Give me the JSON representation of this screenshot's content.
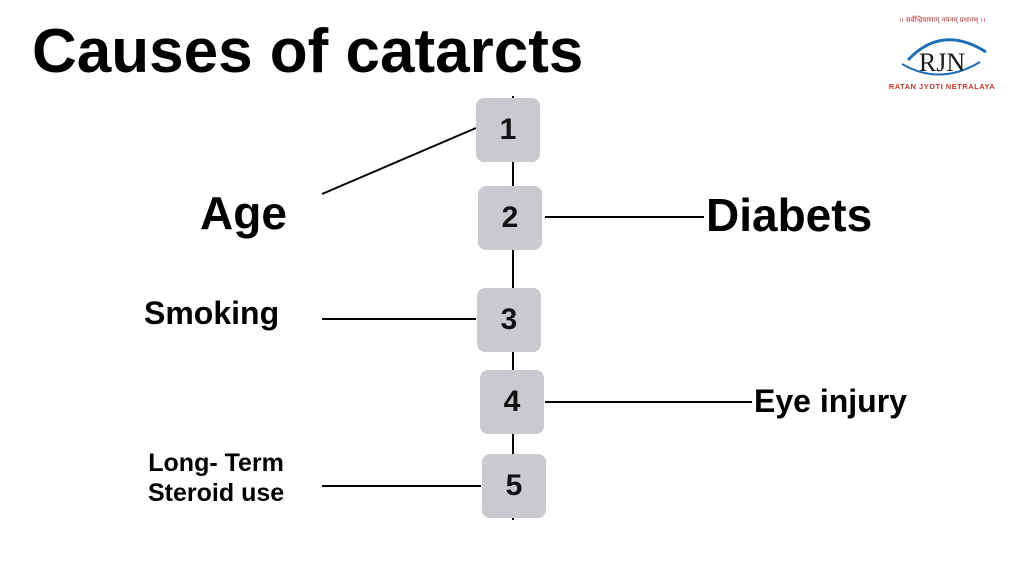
{
  "title": "Causes of catarcts",
  "logo": {
    "tagline": "।। सर्वेन्द्रियाणाम् नयनम् प्रधानम् ।।",
    "monogram": "RJN",
    "name": "RATAN JYOTI NETRALAYA",
    "colors": {
      "arc": "#1f6fb5",
      "text": "#c0392b"
    }
  },
  "steps": [
    {
      "number": "1",
      "label": "Age"
    },
    {
      "number": "2",
      "label": "Diabets"
    },
    {
      "number": "3",
      "label": "Smoking"
    },
    {
      "number": "4",
      "label": "Eye injury"
    },
    {
      "number": "5",
      "label_lines": [
        "Long- Term",
        "Steroid use"
      ]
    }
  ],
  "colors": {
    "box": "#c9c9cf",
    "line": "#000000"
  }
}
